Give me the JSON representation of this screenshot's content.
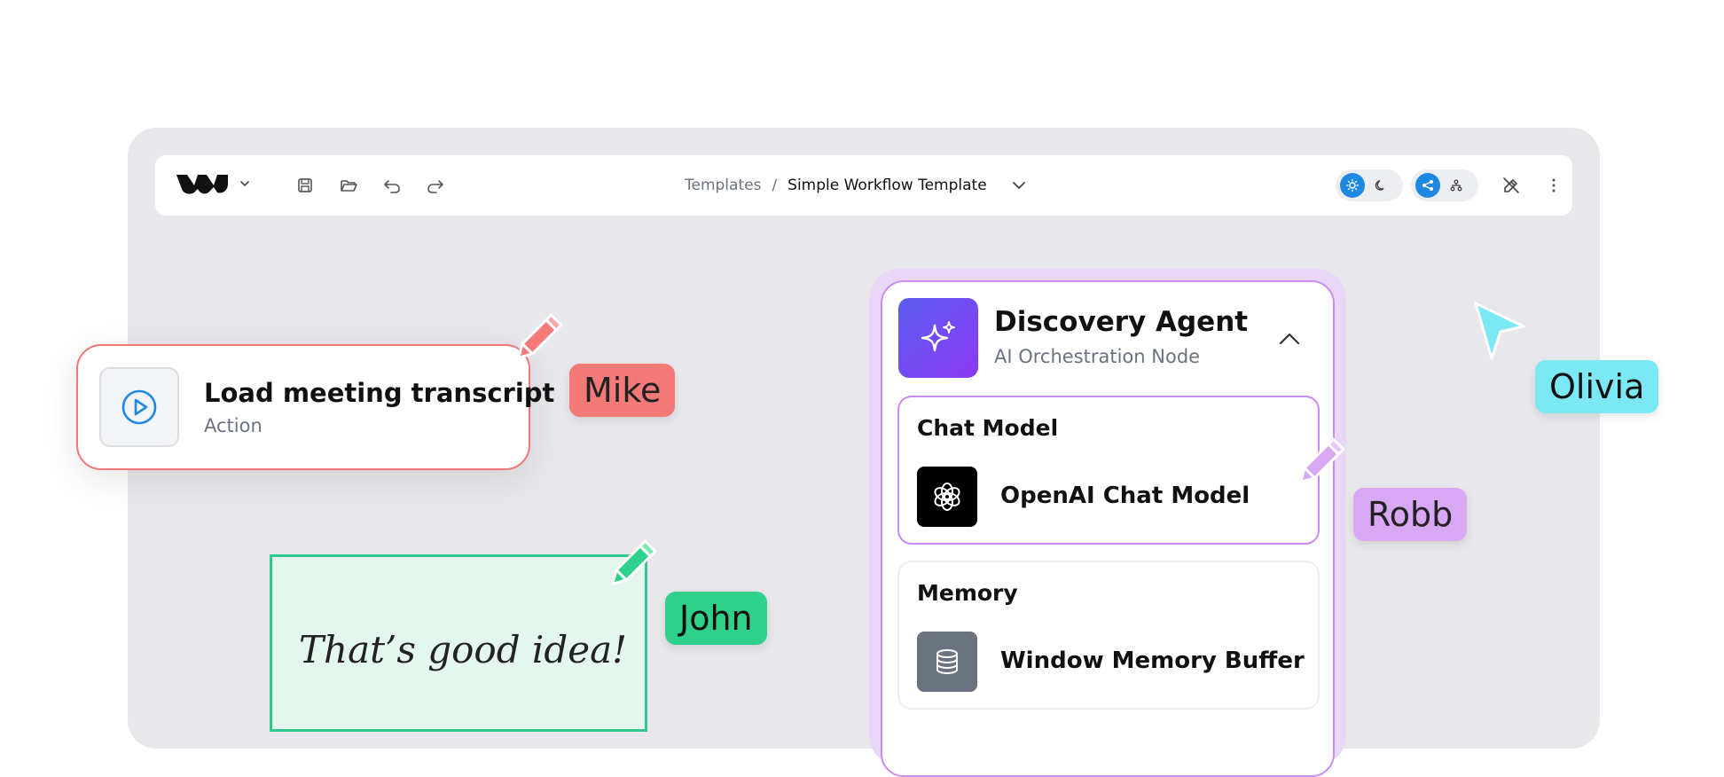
{
  "toolbar": {
    "breadcrumb": {
      "parent": "Templates",
      "separator": "/",
      "current": "Simple Workflow Template"
    }
  },
  "action_node": {
    "title": "Load meeting transcript",
    "subtitle": "Action"
  },
  "sticky_note": {
    "text": "That’s good idea!"
  },
  "agent_node": {
    "title": "Discovery Agent",
    "subtitle": "AI Orchestration Node",
    "slots": [
      {
        "title": "Chat Model",
        "label": "OpenAI Chat Model"
      },
      {
        "title": "Memory",
        "label": "Window Memory Buffer"
      }
    ]
  },
  "collaborators": {
    "mike": {
      "name": "Mike",
      "color": "#f47a7a"
    },
    "john": {
      "name": "John",
      "color": "#2ed08c"
    },
    "robb": {
      "name": "Robb",
      "color": "#d8a8f4"
    },
    "olivia": {
      "name": "Olivia",
      "color": "#7ce8f4"
    }
  },
  "colors": {
    "accent": "#1e88e5",
    "canvas_bg": "#e8e8ec",
    "agent_gradient_start": "#5b5cf0",
    "agent_gradient_end": "#8d3af3"
  }
}
